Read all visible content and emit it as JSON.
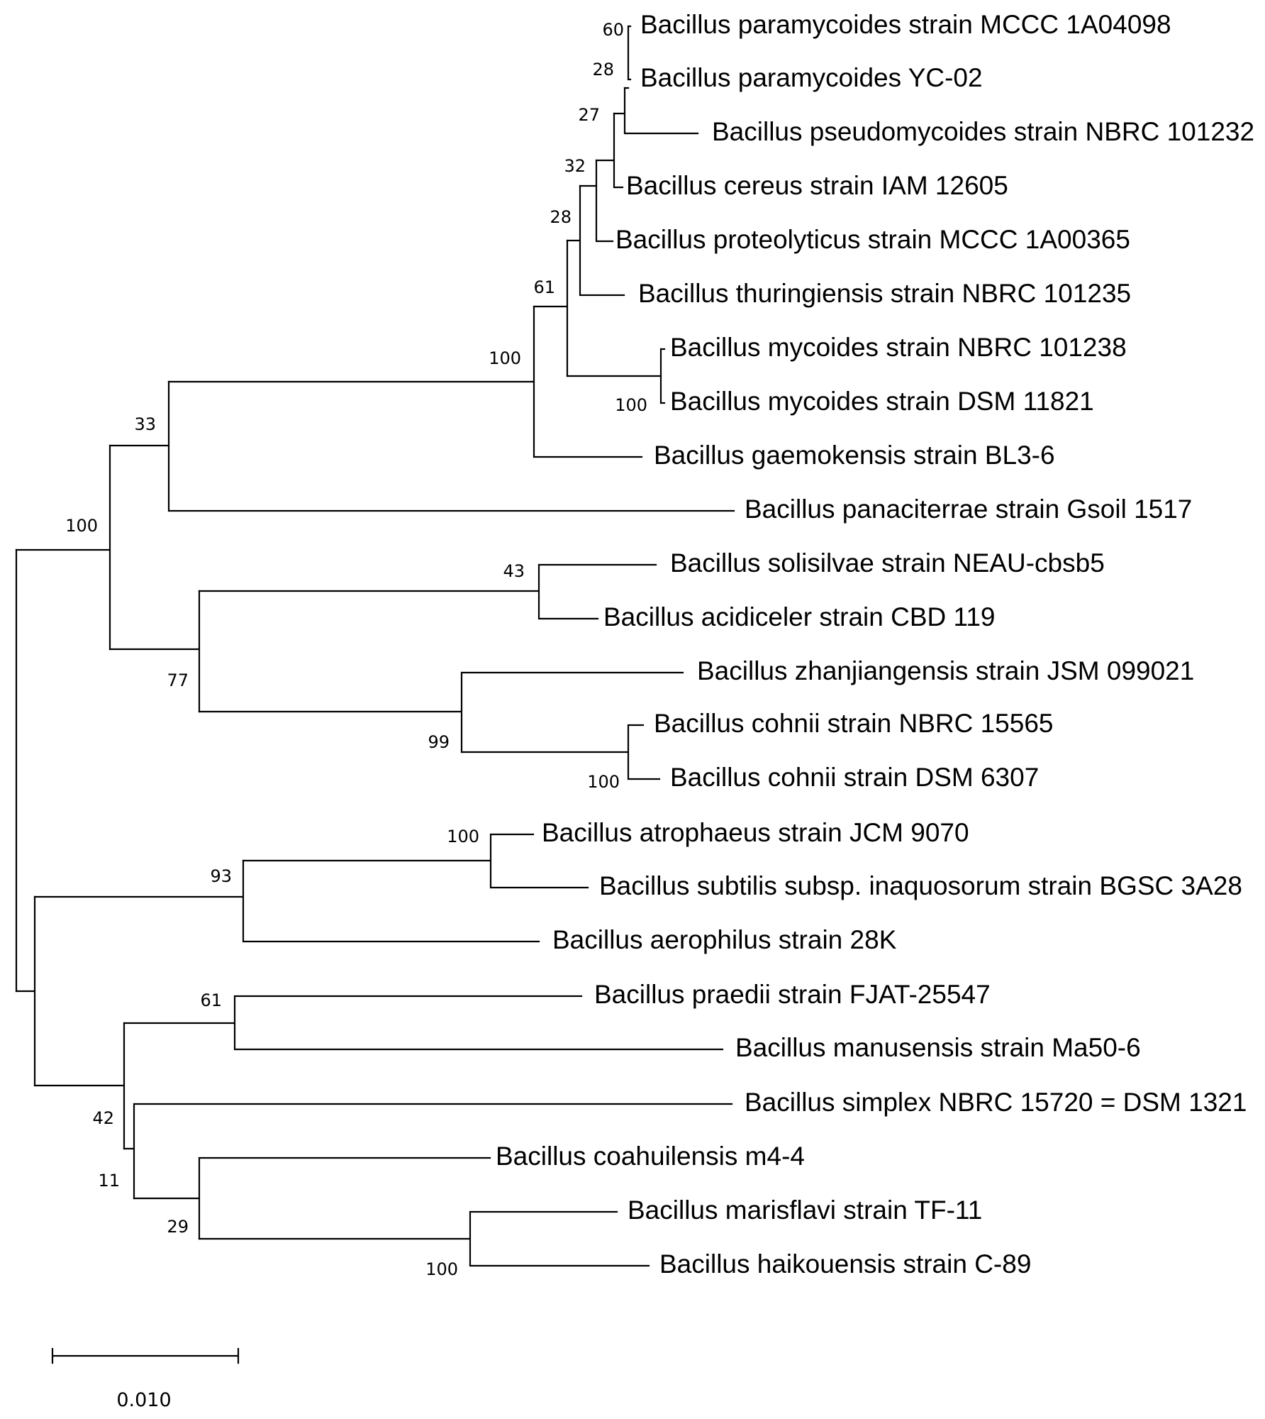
{
  "tree": {
    "taxa": [
      "Bacillus paramycoides strain MCCC 1A04098",
      "Bacillus paramycoides YC-02",
      "Bacillus pseudomycoides strain NBRC 101232",
      "Bacillus cereus strain IAM 12605",
      "Bacillus proteolyticus strain MCCC 1A00365",
      "Bacillus thuringiensis strain NBRC 101235",
      "Bacillus mycoides strain NBRC 101238",
      "Bacillus mycoides strain DSM 11821",
      "Bacillus gaemokensis strain BL3-6",
      "Bacillus panaciterrae strain Gsoil 1517",
      "Bacillus solisilvae strain NEAU-cbsb5",
      "Bacillus acidiceler strain CBD 119",
      "Bacillus zhanjiangensis strain JSM 099021",
      "Bacillus cohnii strain NBRC 15565",
      "Bacillus cohnii strain DSM 6307",
      "Bacillus atrophaeus strain JCM 9070",
      "Bacillus subtilis subsp. inaquosorum strain BGSC 3A28",
      "Bacillus aerophilus strain 28K",
      "Bacillus praedii strain FJAT-25547",
      "Bacillus manusensis strain Ma50-6",
      "Bacillus simplex NBRC 15720 = DSM 1321",
      "Bacillus coahuilensis m4-4",
      "Bacillus marisflavi strain TF-11",
      "Bacillus haikouensis strain C-89"
    ],
    "bootstrap": [
      "60",
      "28",
      "27",
      "32",
      "28",
      "61",
      "100",
      "100",
      "33",
      "100",
      "43",
      "77",
      "99",
      "100",
      "100",
      "93",
      "61",
      "42",
      "11",
      "29",
      "100"
    ],
    "scale_bar": "0.010"
  }
}
